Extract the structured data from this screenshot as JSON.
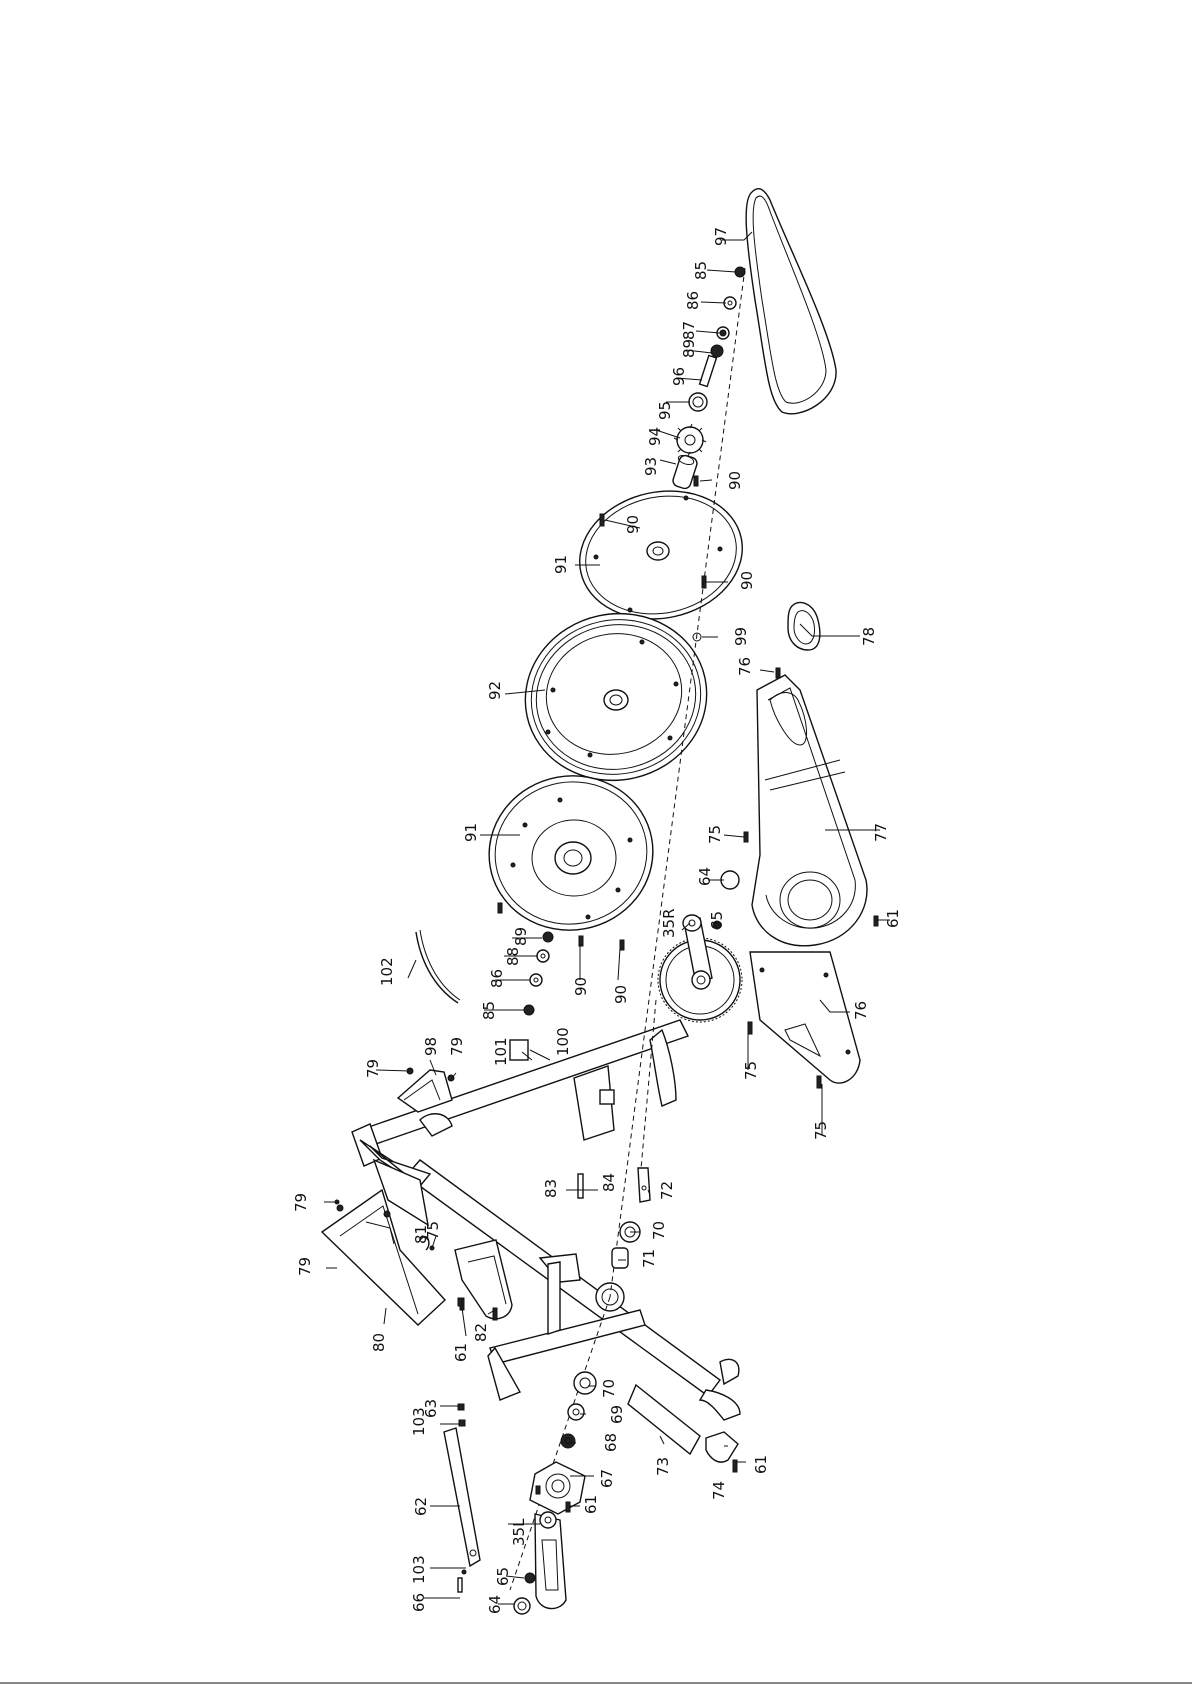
{
  "diagram": {
    "labels": {
      "p97": "97",
      "p85a": "85",
      "p86a": "86",
      "p87": "87",
      "p89a": "89",
      "p96": "96",
      "p95": "95",
      "p94": "94",
      "p93": "93",
      "p90a": "90",
      "p90b": "90",
      "p91a": "91",
      "p90c": "90",
      "p99": "99",
      "p78": "78",
      "p76a": "76",
      "p92": "92",
      "p91b": "91",
      "p75a": "75",
      "p77": "77",
      "p64a": "64",
      "p35R": "35R",
      "p65a": "65",
      "p61a": "61",
      "p102": "102",
      "p89b": "89",
      "p88": "88",
      "p86b": "86",
      "p85b": "85",
      "p90d": "90",
      "p90e": "90",
      "p76b": "76",
      "p75b": "75",
      "p75c": "75",
      "p79a": "79",
      "p98": "98",
      "p79b": "79",
      "p101": "101",
      "p100": "100",
      "p83": "83",
      "p84": "84",
      "p72": "72",
      "p79c": "79",
      "p81": "81",
      "p75d": "75",
      "p70a": "70",
      "p71": "71",
      "p79d": "79",
      "p80": "80",
      "p61b": "61",
      "p82": "82",
      "p70b": "70",
      "p69": "69",
      "p68": "68",
      "p67": "67",
      "p61c": "61",
      "p73": "73",
      "p74": "74",
      "p61d": "61",
      "p63": "63",
      "p103a": "103",
      "p62": "62",
      "p103b": "103",
      "p35L": "35L",
      "p66": "66",
      "p65b": "65",
      "p64b": "64"
    }
  }
}
